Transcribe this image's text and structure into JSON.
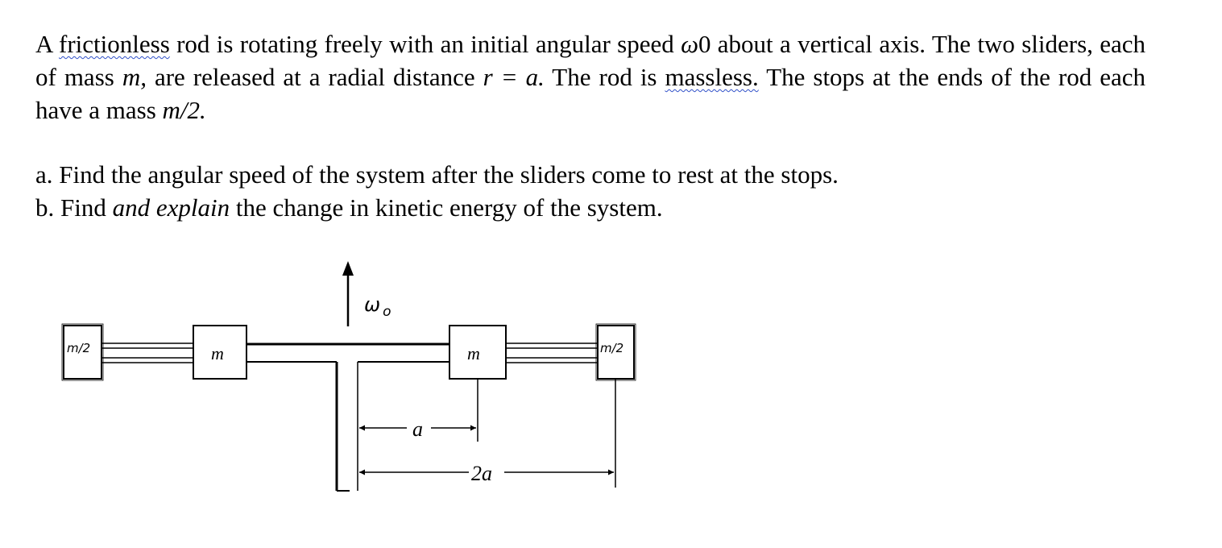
{
  "problem": {
    "intro": {
      "s1_pre": "A ",
      "s1_word": "frictionless",
      "s1_mid": " rod is rotating freely with an initial angular speed ",
      "omega": "ω",
      "omega_sub": "0",
      "s1_post": " about a vertical axis. The two sliders, each of mass ",
      "m": "m,",
      "s2_mid": " are released at a radial distance ",
      "r_eq": "r = a.",
      "s2_post": " The rod is ",
      "massless_word": "massless.",
      "s3": " The stops at the ends of the rod each have a mass ",
      "m2": "m/2."
    },
    "questions": {
      "a": "a. Find the angular speed of the system after the sliders come to rest at the stops.",
      "b_pre": "b. Find ",
      "b_ital": "and explain",
      "b_post": " the change in kinetic energy of the system."
    }
  },
  "figure": {
    "omega_label": "ω",
    "omega_sub": "o",
    "stop_left_label": "m/2",
    "stop_right_label": "m/2",
    "slider_left_label": "m",
    "slider_right_label": "m",
    "dim_a_label": "a",
    "dim_2a_label": "2a"
  }
}
